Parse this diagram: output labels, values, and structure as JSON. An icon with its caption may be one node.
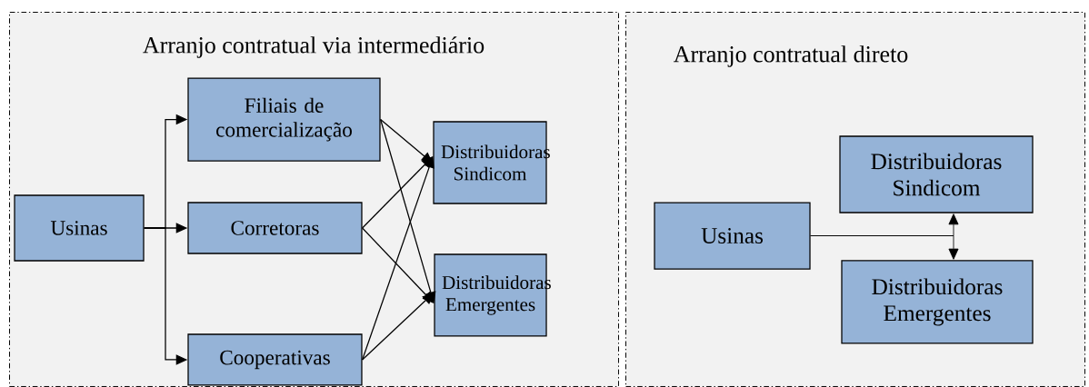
{
  "diagram": {
    "nodes": [
      {
        "text": [
          "Arranjo contratual via intermediário"
        ]
      },
      {
        "text": [
          "Arranjo contratual direto"
        ]
      },
      {
        "text": [
          "Usinas"
        ],
        "in": 0
      },
      {
        "text": [
          "Filiais de comercialização"
        ],
        "in": 0
      },
      {
        "text": [
          "Corretoras"
        ],
        "in": 0
      },
      {
        "text": [
          "Cooperativas"
        ],
        "in": 0
      },
      {
        "text": [
          "Distribuidoras Sindicom"
        ],
        "in": 0
      },
      {
        "text": [
          "Distribuidoras Emergentes"
        ],
        "in": 0
      },
      {
        "text": [
          "Usinas"
        ],
        "in": 1
      },
      {
        "text": [
          "Distribuidoras Sindicom"
        ],
        "in": 1
      },
      {
        "text": [
          "Distribuidoras Emergentes"
        ],
        "in": 1
      }
    ],
    "edges": [
      {
        "from": 2,
        "to": 3,
        "arrow": "to"
      },
      {
        "from": 2,
        "to": 4,
        "arrow": "to"
      },
      {
        "from": 2,
        "to": 5,
        "arrow": "to"
      },
      {
        "from": 3,
        "to": 6,
        "arrow": "to"
      },
      {
        "from": 3,
        "to": 7,
        "arrow": "to"
      },
      {
        "from": 4,
        "to": 6,
        "arrow": "to"
      },
      {
        "from": 4,
        "to": 7,
        "arrow": "to"
      },
      {
        "from": 5,
        "to": 6,
        "arrow": "to"
      },
      {
        "from": 5,
        "to": 7,
        "arrow": "to"
      },
      {
        "from": 8,
        "to": 9,
        "arrow": "to"
      },
      {
        "from": 8,
        "to": 10,
        "arrow": "to"
      }
    ]
  }
}
